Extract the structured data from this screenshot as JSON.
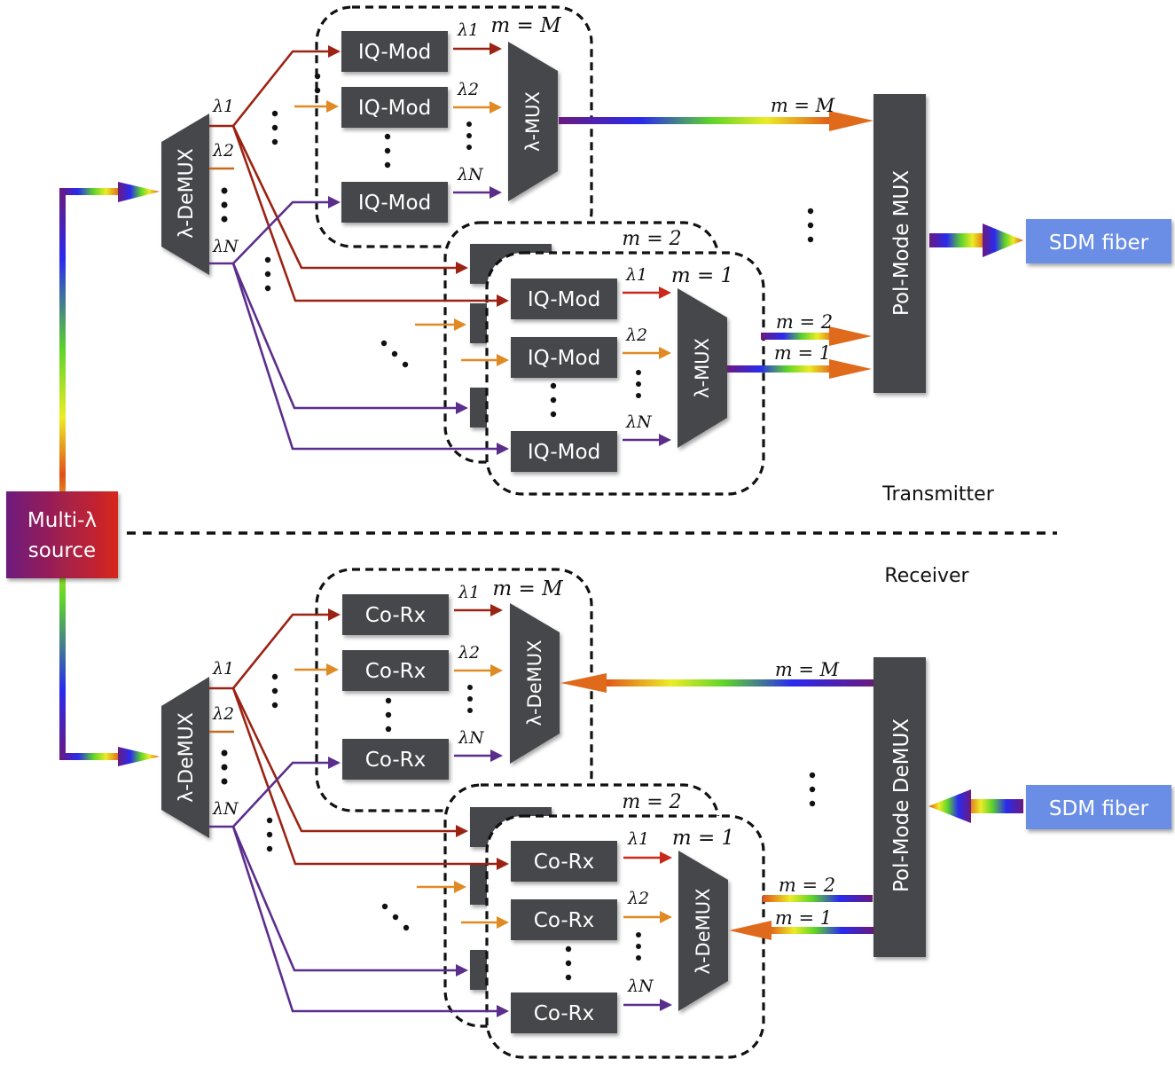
{
  "source": {
    "line1": "Multi-λ",
    "line2": "source"
  },
  "sections": {
    "transmitter": "Transmitter",
    "receiver": "Receiver"
  },
  "tx": {
    "demux_label": "λ-DeMUX",
    "lambda_labels": [
      "λ1",
      "λ2",
      "λN"
    ],
    "modulator_label": "IQ-Mod",
    "mux_label": "λ-MUX",
    "group_labels": {
      "M": "m = M",
      "two": "m = 2",
      "one": "m = 1"
    },
    "pol_mux_label": "Pol-Mode MUX",
    "fiber_label": "SDM fiber"
  },
  "rx": {
    "demux_label": "λ-DeMUX",
    "lambda_labels": [
      "λ1",
      "λ2",
      "λN"
    ],
    "receiver_label": "Co-Rx",
    "inner_demux_label": "λ-DeMUX",
    "group_labels": {
      "M": "m = M",
      "two": "m = 2",
      "one": "m = 1"
    },
    "pol_demux_label": "Pol-Mode DeMUX",
    "fiber_label": "SDM fiber"
  },
  "colors": {
    "block": "#45474c",
    "fiber": "#6b8ee6",
    "lambda1": "#9b2313",
    "lambda2": "#e08a24",
    "lambdaN": "#5b2e8c"
  }
}
